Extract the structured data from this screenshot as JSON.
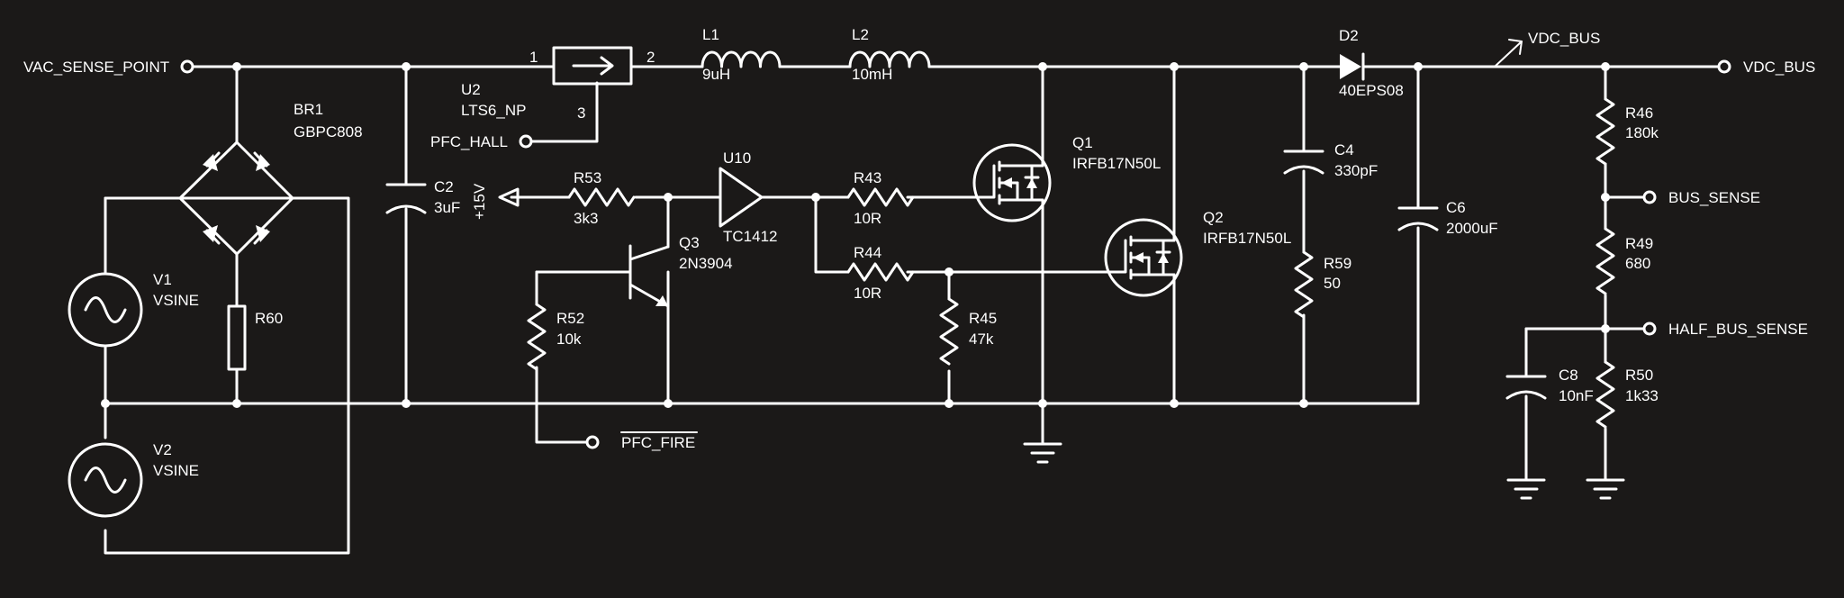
{
  "colors": {
    "background": "#1b1918",
    "ink": "#ffffff"
  },
  "nets": {
    "vac_sense_point": "VAC_SENSE_POINT",
    "pfc_hall": "PFC_HALL",
    "pfc_fire": "PFC_FIRE",
    "plus15v": "+15V",
    "vdc_bus_probe": "VDC_BUS",
    "vdc_bus": "VDC_BUS",
    "bus_sense": "BUS_SENSE",
    "half_bus_sense": "HALF_BUS_SENSE"
  },
  "components": {
    "br1": {
      "ref": "BR1",
      "value": "GBPC808"
    },
    "c2": {
      "ref": "C2",
      "value": "3uF"
    },
    "u2": {
      "ref": "U2",
      "value": "LTS6_NP",
      "pin1": "1",
      "pin2": "2",
      "pin3": "3"
    },
    "l1": {
      "ref": "L1",
      "value": "9uH"
    },
    "l2": {
      "ref": "L2",
      "value": "10mH"
    },
    "d2": {
      "ref": "D2",
      "value": "40EPS08"
    },
    "r53": {
      "ref": "R53",
      "value": "3k3"
    },
    "u10": {
      "ref": "U10",
      "value": "TC1412"
    },
    "r43": {
      "ref": "R43",
      "value": "10R"
    },
    "r44": {
      "ref": "R44",
      "value": "10R"
    },
    "q1": {
      "ref": "Q1",
      "value": "IRFB17N50L"
    },
    "q2": {
      "ref": "Q2",
      "value": "IRFB17N50L"
    },
    "q3": {
      "ref": "Q3",
      "value": "2N3904"
    },
    "r52": {
      "ref": "R52",
      "value": "10k"
    },
    "r45": {
      "ref": "R45",
      "value": "47k"
    },
    "c4": {
      "ref": "C4",
      "value": "330pF"
    },
    "r59": {
      "ref": "R59",
      "value": "50"
    },
    "c6": {
      "ref": "C6",
      "value": "2000uF"
    },
    "r46": {
      "ref": "R46",
      "value": "180k"
    },
    "r49": {
      "ref": "R49",
      "value": "680"
    },
    "r50": {
      "ref": "R50",
      "value": "1k33"
    },
    "c8": {
      "ref": "C8",
      "value": "10nF"
    },
    "r60": {
      "ref": "R60",
      "value": ""
    },
    "v1": {
      "ref": "V1",
      "value": "VSINE"
    },
    "v2": {
      "ref": "V2",
      "value": "VSINE"
    }
  }
}
